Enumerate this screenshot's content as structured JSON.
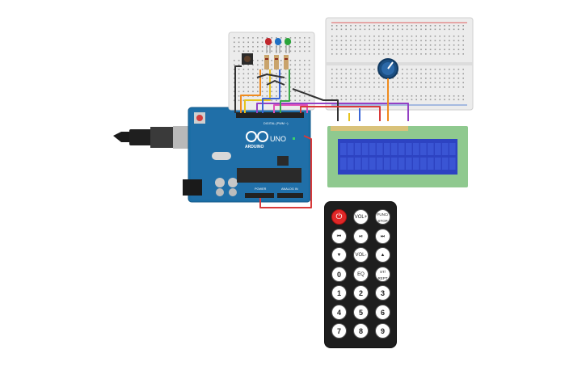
{
  "board": {
    "logo": "ARDUINO",
    "model": "UNO",
    "digital_label": "DIGITAL (PWM ~)",
    "power_label": "POWER",
    "analog_label": "ANALOG IN"
  },
  "leds": [
    {
      "color": "#c0262c"
    },
    {
      "color": "#1e6fc4"
    },
    {
      "color": "#2aa43a"
    }
  ],
  "wire_colors": {
    "red": "#d83a3a",
    "black": "#333333",
    "orange": "#ef8b1e",
    "yellow": "#e6c31c",
    "purple": "#9440c4",
    "blue": "#3a66d6",
    "pink": "#e052b8",
    "green": "#3aa84a"
  },
  "lcd": {
    "bezel": "#8fc98f",
    "screen": "#2d43c2",
    "cell": "#3a55d4"
  },
  "remote": {
    "buttons": [
      {
        "id": "power",
        "label": "⏻"
      },
      {
        "id": "vol-up",
        "label": "VOL+"
      },
      {
        "id": "func-stop",
        "label": "FUNC/ STOP"
      },
      {
        "id": "prev",
        "label": "⏮"
      },
      {
        "id": "play-pause",
        "label": "⏯"
      },
      {
        "id": "next",
        "label": "⏭"
      },
      {
        "id": "down",
        "label": "▼"
      },
      {
        "id": "vol-down",
        "label": "VOL-"
      },
      {
        "id": "up",
        "label": "▲"
      },
      {
        "id": "0",
        "label": "0"
      },
      {
        "id": "eq",
        "label": "EQ"
      },
      {
        "id": "st-rept",
        "label": "ST/ REPT"
      },
      {
        "id": "1",
        "label": "1"
      },
      {
        "id": "2",
        "label": "2"
      },
      {
        "id": "3",
        "label": "3"
      },
      {
        "id": "4",
        "label": "4"
      },
      {
        "id": "5",
        "label": "5"
      },
      {
        "id": "6",
        "label": "6"
      },
      {
        "id": "7",
        "label": "7"
      },
      {
        "id": "8",
        "label": "8"
      },
      {
        "id": "9",
        "label": "9"
      }
    ]
  }
}
